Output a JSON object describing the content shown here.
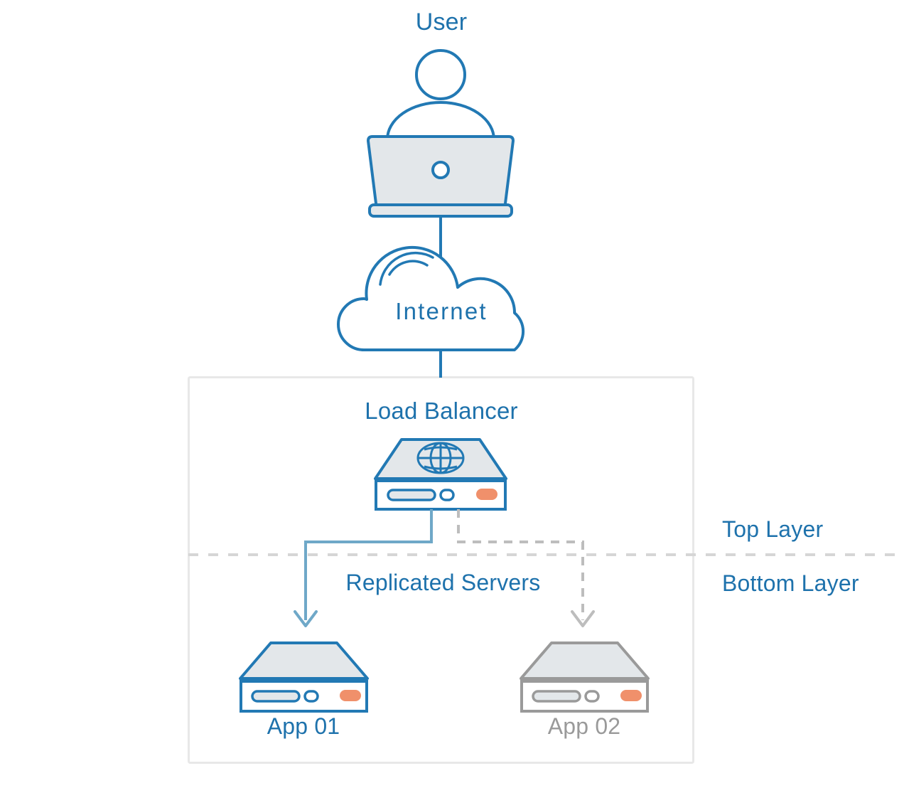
{
  "diagram": {
    "title_nodes": {
      "user": "User",
      "internet": "Internet",
      "load_balancer": "Load Balancer",
      "replicated_servers": "Replicated Servers",
      "app01": "App 01",
      "app02": "App 02"
    },
    "layer_labels": {
      "top": "Top Layer",
      "bottom": "Bottom Layer"
    },
    "colors": {
      "primary_blue": "#1E72AC",
      "icon_blue": "#2279B4",
      "light_blue_connector": "#6FA8C8",
      "inactive_gray": "#9A9A9A",
      "inactive_gray_line": "#BDBDBD",
      "accent_orange": "#F0906B",
      "icon_fill": "#E3E7EA",
      "container_border": "#E8E8E8",
      "background": "#FFFFFF"
    },
    "nodes": [
      {
        "id": "user",
        "label": "User",
        "icon": "person-laptop-icon",
        "state": "active"
      },
      {
        "id": "internet",
        "label": "Internet",
        "icon": "cloud-icon",
        "state": "active"
      },
      {
        "id": "load-balancer",
        "label": "Load Balancer",
        "icon": "server-globe-icon",
        "state": "active"
      },
      {
        "id": "app01",
        "label": "App 01",
        "icon": "server-icon",
        "state": "active"
      },
      {
        "id": "app02",
        "label": "App 02",
        "icon": "server-icon",
        "state": "inactive"
      }
    ],
    "connections": [
      {
        "from": "user",
        "to": "internet",
        "style": "solid",
        "arrow": false,
        "color": "#2279B4"
      },
      {
        "from": "internet",
        "to": "load-balancer",
        "style": "solid",
        "arrow": false,
        "color": "#2279B4"
      },
      {
        "from": "load-balancer",
        "to": "app01",
        "style": "solid",
        "arrow": true,
        "color": "#6FA8C8"
      },
      {
        "from": "load-balancer",
        "to": "app02",
        "style": "dashed",
        "arrow": true,
        "color": "#BDBDBD"
      }
    ],
    "divider": {
      "name": "layer-divider",
      "style": "dashed",
      "color": "#D6D6D6"
    }
  }
}
